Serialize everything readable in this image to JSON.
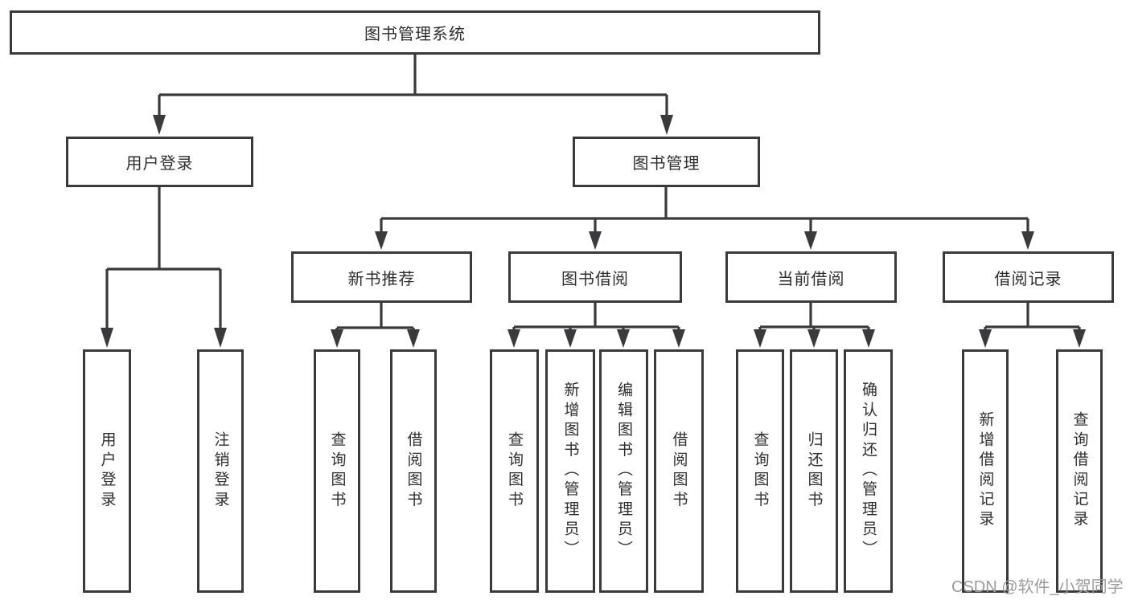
{
  "diagram": {
    "root": {
      "label": "图书管理系统",
      "children": [
        {
          "label": "用户登录",
          "children": [
            {
              "label": "用户登录"
            },
            {
              "label": "注销登录"
            }
          ]
        },
        {
          "label": "图书管理",
          "children": [
            {
              "label": "新书推荐",
              "children": [
                {
                  "label": "查询图书"
                },
                {
                  "label": "借阅图书"
                }
              ]
            },
            {
              "label": "图书借阅",
              "children": [
                {
                  "label": "查询图书"
                },
                {
                  "label": "新增图书（管理员）"
                },
                {
                  "label": "编辑图书（管理员）"
                },
                {
                  "label": "借阅图书"
                }
              ]
            },
            {
              "label": "当前借阅",
              "children": [
                {
                  "label": "查询图书"
                },
                {
                  "label": "归还图书"
                },
                {
                  "label": "确认归还（管理员）"
                }
              ]
            },
            {
              "label": "借阅记录",
              "children": [
                {
                  "label": "新增借阅记录"
                },
                {
                  "label": "查询借阅记录"
                }
              ]
            }
          ]
        }
      ]
    }
  },
  "watermark": "CSDN @软件_小贺同学",
  "colors": {
    "line_color": "#3a3a3c",
    "text_color": "#2e2e30",
    "watermark_color": "#9b9b9b",
    "background_color": "#ffffff"
  }
}
